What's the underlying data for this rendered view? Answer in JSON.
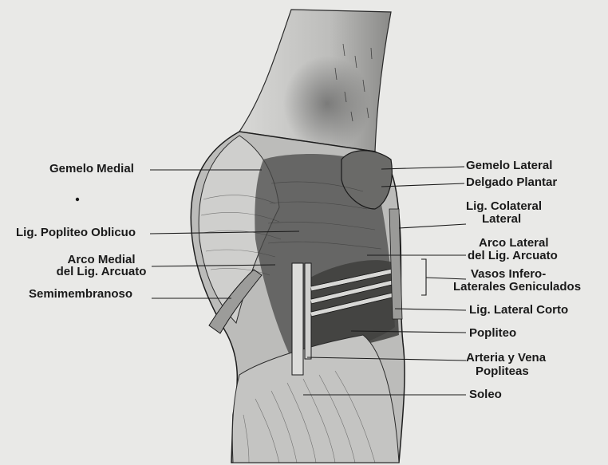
{
  "labels_left": {
    "gemelo_medial": "Gemelo Medial",
    "lig_popliteo_oblicuo": "Lig. Popliteo Oblicuo",
    "arco_medial_1": "Arco Medial",
    "arco_medial_2": "del Lig. Arcuato",
    "semimembranoso": "Semimembranoso"
  },
  "labels_right": {
    "gemelo_lateral": "Gemelo Lateral",
    "delgado_plantar": "Delgado Plantar",
    "lig_colateral_1": "Lig. Colateral",
    "lig_colateral_2": "Lateral",
    "arco_lateral_1": "Arco Lateral",
    "arco_lateral_2": "del Lig. Arcuato",
    "vasos_1": "Vasos Infero-",
    "vasos_2": "Laterales Geniculados",
    "lig_lateral_corto": "Lig. Lateral Corto",
    "popliteo": "Popliteo",
    "arteria_1": "Arteria y Vena",
    "arteria_2": "Popliteas",
    "soleo": "Soleo"
  },
  "colors": {
    "background": "#e9e9e7",
    "ink": "#1a1a1a"
  }
}
